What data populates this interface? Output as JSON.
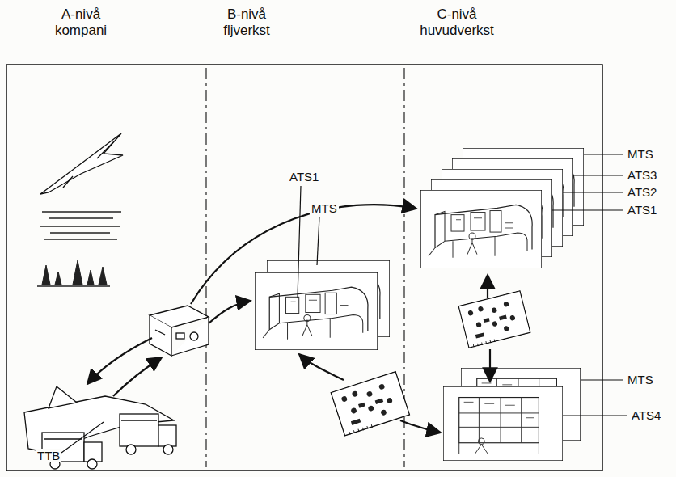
{
  "diagram": {
    "labels": [
      "A-nivå kompani",
      "B-nivå fljverkst",
      "C-nivå huvudverkst",
      "TTB",
      "ATS1",
      "MTS",
      "MTS",
      "ATS3",
      "ATS2",
      "ATS1",
      "MTS",
      "ATS4"
    ]
  }
}
